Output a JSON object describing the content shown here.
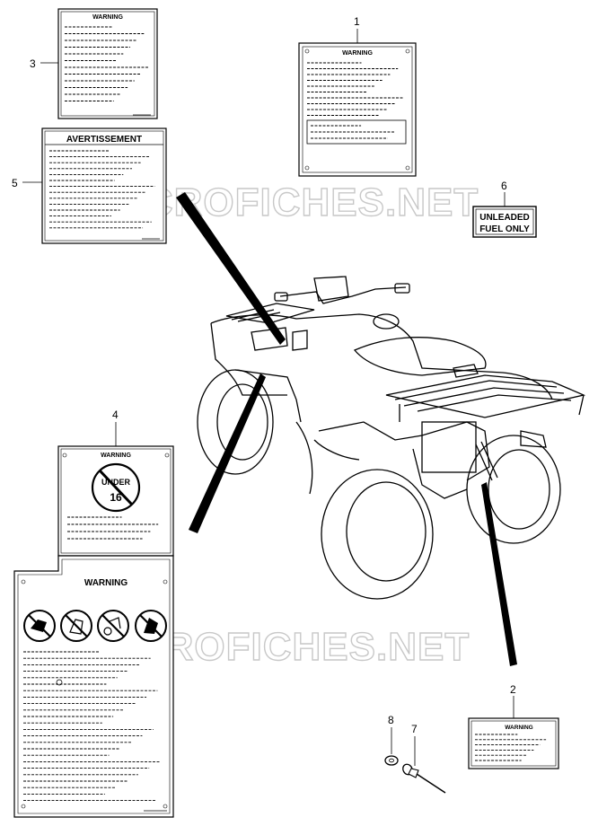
{
  "callouts": {
    "c1": "1",
    "c2": "2",
    "c3": "3",
    "c4": "4",
    "c5": "5",
    "c6": "6",
    "c7": "7",
    "c8": "8"
  },
  "labels": {
    "label1_title": "WARNING",
    "label2_title": "WARNING",
    "label3_title": "WARNING",
    "label4_title": "WARNING",
    "label4_badge_line1": "UNDER",
    "label4_badge_line2": "16",
    "label4_lower_title": "WARNING",
    "label5_title": "AVERTISSEMENT",
    "label6_line1": "UNLEADED",
    "label6_line2": "FUEL ONLY"
  },
  "watermark": "MICROFICHES.NET",
  "colors": {
    "ink": "#000000",
    "paper": "#ffffff",
    "watermark": "#c8c8c8"
  }
}
